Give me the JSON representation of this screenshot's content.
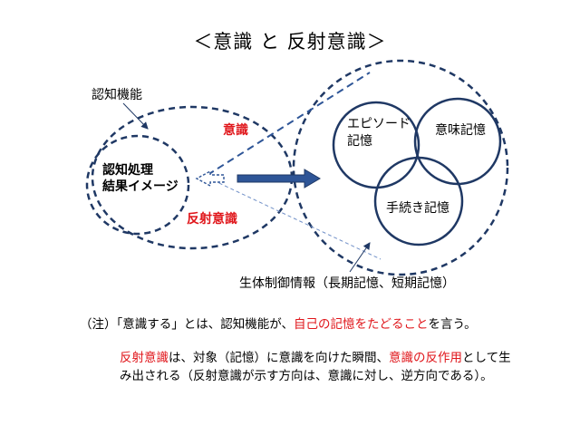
{
  "title": "＜意識 と 反射意識＞",
  "labels": {
    "cognitive_function": "認知機能",
    "cognition_result_line1": "認知処理",
    "cognition_result_line2": "結果イメージ",
    "consciousness": "意識",
    "reflex_consciousness": "反射意識",
    "episodic_line1": "エピソード",
    "episodic_line2": "記憶",
    "semantic": "意味記憶",
    "procedural": "手続き記憶",
    "bio_control": "生体制御情報（長期記憶、短期記憶）"
  },
  "note": {
    "prefix": "（注）「意識する」とは、認知機能が、",
    "highlight": "自己の記憶をたどること",
    "suffix": "を言う。"
  },
  "paragraph": {
    "p1": "反射意識",
    "p2": "は、対象（記憶）に意識を向けた瞬間、",
    "p3": "意識の反作用",
    "p4": "として生み出される（反射意識が示す方向は、意識に対し、逆方向である）。"
  },
  "colors": {
    "navy": "#1f3864",
    "blue": "#2e5597",
    "red": "#e0161b"
  }
}
